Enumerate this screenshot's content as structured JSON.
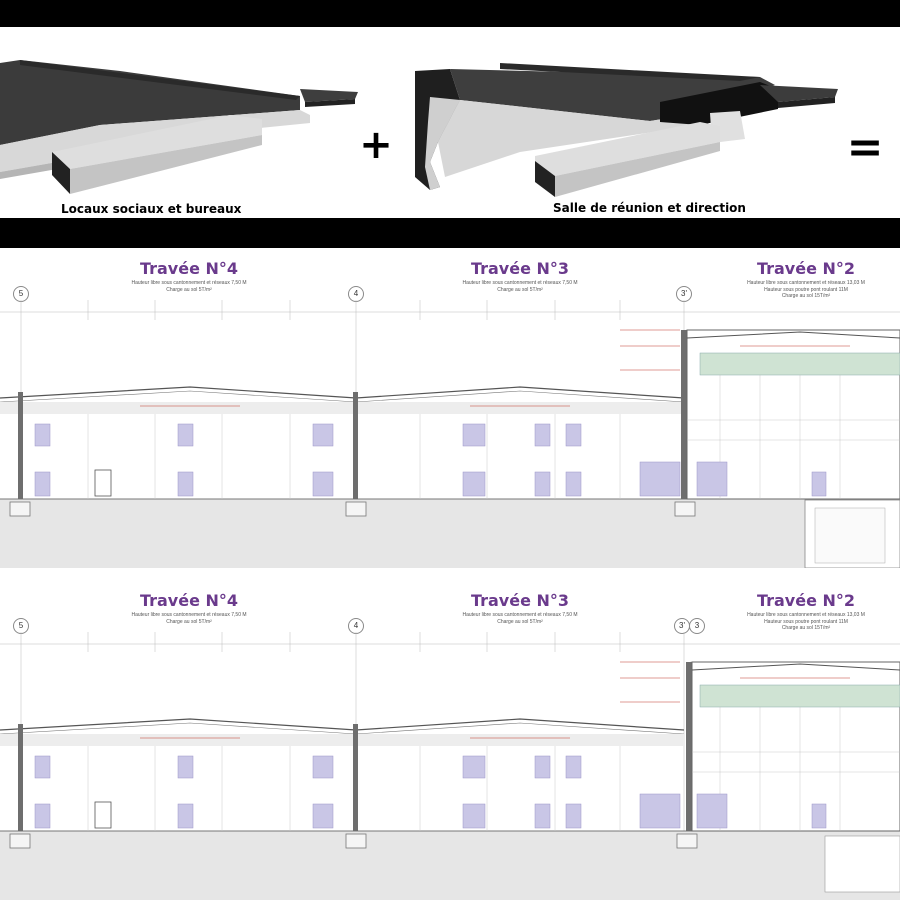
{
  "massing": {
    "caption_left": "Locaux sociaux et bureaux",
    "caption_right": "Salle de réunion et direction",
    "plus_symbol": "+",
    "equals_symbol": "="
  },
  "sections": [
    {
      "bays": [
        {
          "title": "Travée N°4",
          "note_line1": "Hauteur libre sous cantonnement et réseaux 7,50 M",
          "note_line2": "Charge au sol 5T/m²"
        },
        {
          "title": "Travée N°3",
          "note_line1": "Hauteur libre sous cantonnement et réseaux 7,50 M",
          "note_line2": "Charge au sol 5T/m²"
        },
        {
          "title": "Travée N°2",
          "note_line1": "Hauteur libre sous cantonnement et réseaux 13,03 M",
          "note_line2": "Hauteur sous poutre pont roulant 11M",
          "note_line3": "Charge au sol 15T/m²"
        }
      ],
      "axes": [
        "5",
        "4",
        "3'"
      ]
    },
    {
      "bays": [
        {
          "title": "Travée N°4",
          "note_line1": "Hauteur libre sous cantonnement et réseaux 7,50 M",
          "note_line2": "Charge au sol 5T/m²"
        },
        {
          "title": "Travée N°3",
          "note_line1": "Hauteur libre sous cantonnement et réseaux 7,50 M",
          "note_line2": "Charge au sol 5T/m²"
        },
        {
          "title": "Travée N°2",
          "note_line1": "Hauteur libre sous cantonnement et réseaux 13,03 M",
          "note_line2": "Hauteur sous poutre pont roulant 11M",
          "note_line3": "Charge au sol 15T/m²"
        }
      ],
      "axes": [
        "5",
        "4",
        "3'",
        "3"
      ]
    }
  ],
  "colors": {
    "title_purple": "#6a3a8c",
    "window_lavender": "#c9c6e6",
    "ground_gray": "#e6e6e6",
    "crane_green": "#cfe3d3",
    "block_dark": "#4a4a4a",
    "block_light": "#dcdcdc"
  }
}
